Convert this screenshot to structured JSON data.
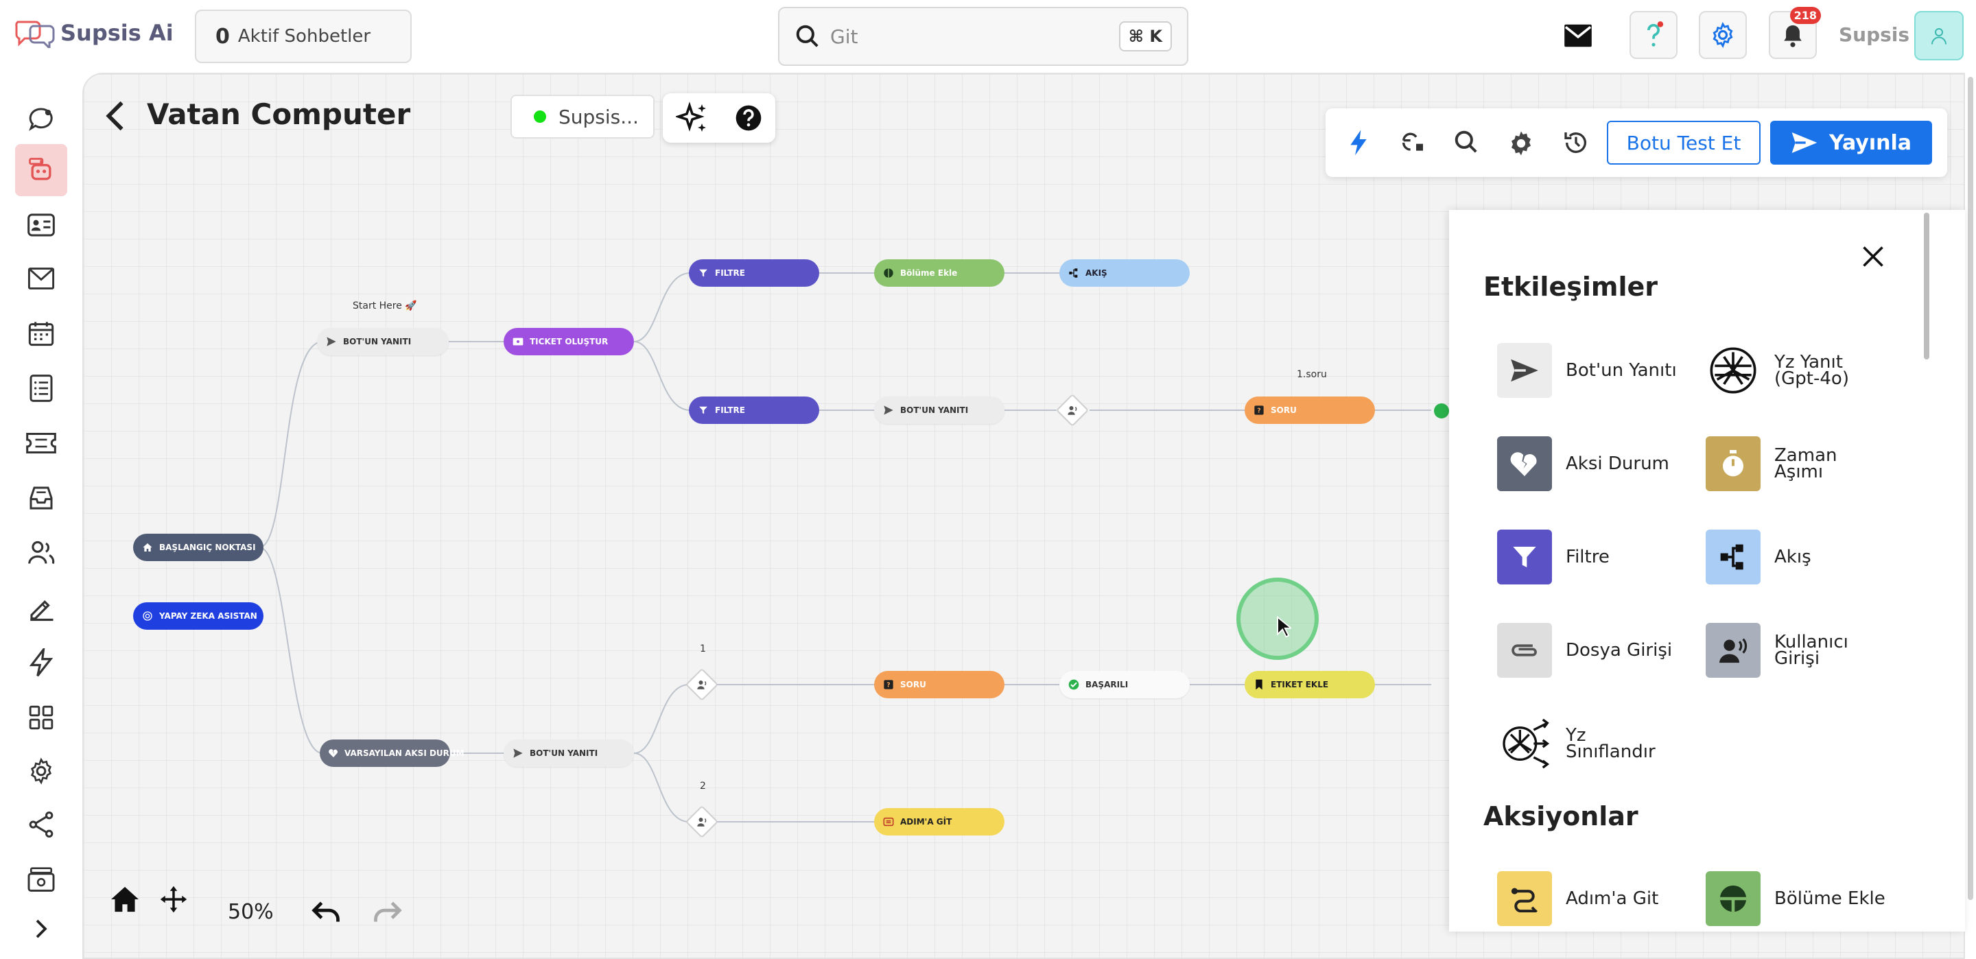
{
  "app": {
    "name": "Supsis Ai"
  },
  "header": {
    "active_chats_count": "0",
    "active_chats_label": "Aktif Sohbetler",
    "search_placeholder": "Git",
    "search_shortcut": "⌘ K",
    "notifications_count": "218",
    "user_name": "Supsis"
  },
  "sidebar": {
    "items": [
      {
        "icon": "chat-bubble-icon"
      },
      {
        "icon": "bot-icon",
        "active": true
      },
      {
        "icon": "contact-card-icon"
      },
      {
        "icon": "mail-icon"
      },
      {
        "icon": "calendar-icon"
      },
      {
        "icon": "checklist-icon"
      },
      {
        "icon": "ticket-icon"
      },
      {
        "icon": "inbox-icon"
      },
      {
        "icon": "users-icon"
      },
      {
        "icon": "edit-icon"
      },
      {
        "icon": "bolt-icon"
      },
      {
        "icon": "apps-icon"
      },
      {
        "icon": "gear-icon"
      },
      {
        "icon": "share-icon"
      },
      {
        "icon": "billing-icon"
      },
      {
        "icon": "chevron-right-icon"
      }
    ]
  },
  "editor": {
    "title": "Vatan Computer",
    "status_label": "Supsis...",
    "test_button": "Botu Test Et",
    "publish_button": "Yayınla",
    "zoom": "50%"
  },
  "flow": {
    "labels": {
      "start_here": "Start Here 🚀",
      "first_question": "1.soru",
      "branch_1": "1",
      "branch_2": "2"
    },
    "nodes": {
      "start": "BAŞLANGIÇ NOKTASI",
      "ai_assistant": "YAPAY ZEKA ASISTAN",
      "bot_reply_1": "BOT'UN YANITI",
      "ticket": "TICKET OLUŞTUR",
      "filter_1": "FILTRE",
      "add_section": "Bölüme Ekle",
      "flow": "AKIŞ",
      "filter_2": "FILTRE",
      "bot_reply_2": "BOT'UN YANITI",
      "question_1": "SORU",
      "default_fallback": "VARSAYILAN AKSI DURUM",
      "bot_reply_3": "BOT'UN YANITI",
      "question_2": "SORU",
      "success": "BAŞARILI",
      "add_tag": "ETIKET EKLE",
      "goto_step": "ADIM'A GİT"
    }
  },
  "panel": {
    "interactions_title": "Etkileşimler",
    "actions_title": "Aksiyonlar",
    "interactions": [
      {
        "label": "Bot'un Yanıtı",
        "icon": "send-icon",
        "color": "#ececec"
      },
      {
        "label": "Yz Yanıt (Gpt-4o)",
        "icon": "openai-icon",
        "color": "#ffffff"
      },
      {
        "label": "Aksi Durum",
        "icon": "broken-heart-icon",
        "color": "#5f6675"
      },
      {
        "label": "Zaman Aşımı",
        "icon": "timer-icon",
        "color": "#c7a85a"
      },
      {
        "label": "Filtre",
        "icon": "filter-icon",
        "color": "#5b52c6"
      },
      {
        "label": "Akış",
        "icon": "flow-icon",
        "color": "#a9cdf5"
      },
      {
        "label": "Dosya Girişi",
        "icon": "paperclip-icon",
        "color": "#dedede"
      },
      {
        "label": "Kullanıcı Girişi",
        "icon": "user-voice-icon",
        "color": "#a9b0bb"
      },
      {
        "label": "Yz Sınıflandır",
        "icon": "ai-classify-icon",
        "color": "#ffffff"
      }
    ],
    "actions": [
      {
        "label": "Adım'a Git",
        "icon": "goto-step-icon",
        "color": "#f4d36a"
      },
      {
        "label": "Bölüme Ekle",
        "icon": "add-section-icon",
        "color": "#7fb96b"
      }
    ]
  },
  "colors": {
    "accent": "#1a73e8",
    "filter": "#5b52c6",
    "ticket": "#a050e0",
    "question": "#f4a056",
    "tag": "#e6e05a",
    "goto": "#f4d756",
    "start": "#4e5a73",
    "ai": "#1f3fe0",
    "fallback": "#6b7080",
    "section": "#8bc46d",
    "flow": "#a6cdf3"
  }
}
